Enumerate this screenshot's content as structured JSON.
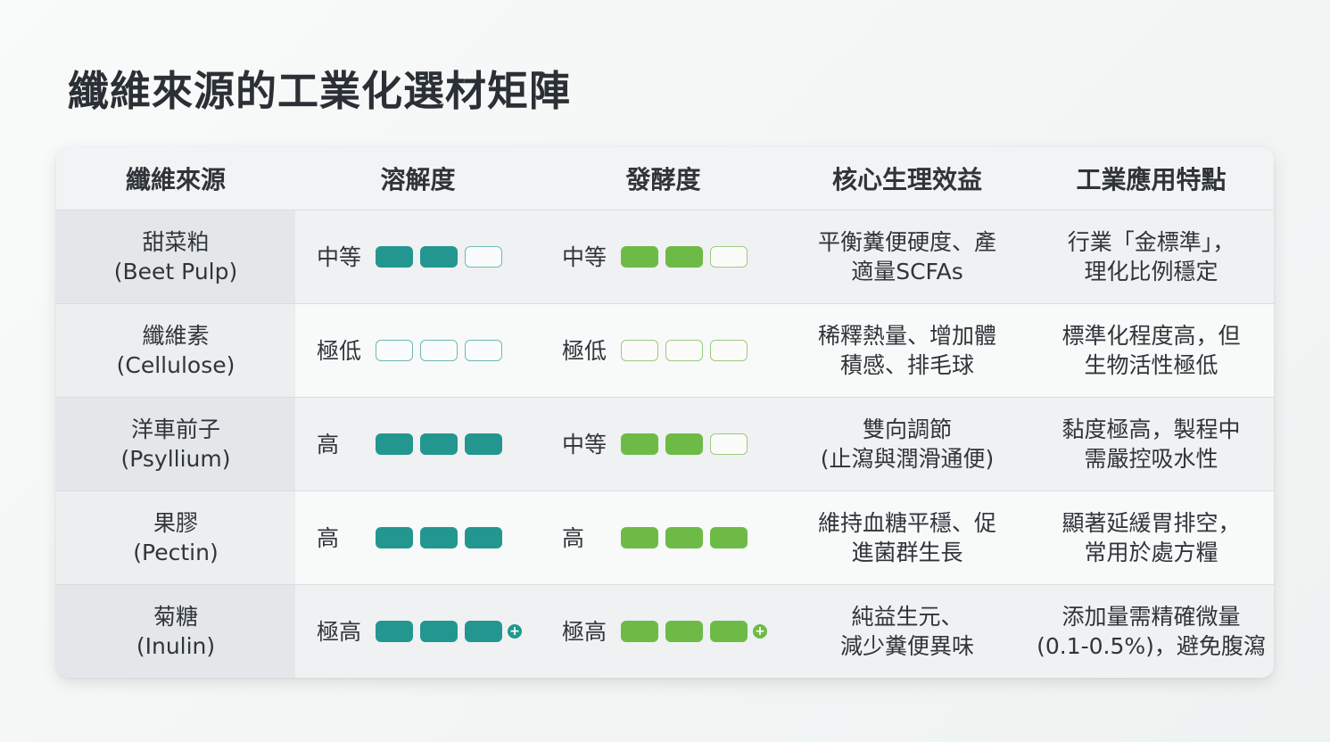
{
  "title": "纖維來源的工業化選材矩陣",
  "colors": {
    "solubility": "#23978f",
    "fermentation": "#6dbb46"
  },
  "headers": [
    "纖維來源",
    "溶解度",
    "發酵度",
    "核心生理效益",
    "工業應用特點"
  ],
  "plus_symbol": "+",
  "rows": [
    {
      "name": "甜菜粕",
      "latin": "(Beet Pulp)",
      "solubility": {
        "label": "中等",
        "level": 2,
        "plus": false
      },
      "fermentation": {
        "label": "中等",
        "level": 2,
        "plus": false
      },
      "benefit": [
        "平衡糞便硬度、產",
        "適量SCFAs"
      ],
      "feature": [
        "行業「金標準」，",
        "理化比例穩定"
      ]
    },
    {
      "name": "纖維素",
      "latin": "(Cellulose)",
      "solubility": {
        "label": "極低",
        "level": 0,
        "plus": false
      },
      "fermentation": {
        "label": "極低",
        "level": 0,
        "plus": false
      },
      "benefit": [
        "稀釋熱量、增加體",
        "積感、排毛球"
      ],
      "feature": [
        "標準化程度高，但",
        "生物活性極低"
      ]
    },
    {
      "name": "洋車前子",
      "latin": "(Psyllium)",
      "solubility": {
        "label": "高",
        "level": 3,
        "plus": false
      },
      "fermentation": {
        "label": "中等",
        "level": 2,
        "plus": false
      },
      "benefit": [
        "雙向調節",
        "(止瀉與潤滑通便)"
      ],
      "feature": [
        "黏度極高，製程中",
        "需嚴控吸水性"
      ]
    },
    {
      "name": "果膠",
      "latin": "(Pectin)",
      "solubility": {
        "label": "高",
        "level": 3,
        "plus": false
      },
      "fermentation": {
        "label": "高",
        "level": 3,
        "plus": false
      },
      "benefit": [
        "維持血糖平穩、促",
        "進菌群生長"
      ],
      "feature": [
        "顯著延緩胃排空，",
        "常用於處方糧"
      ]
    },
    {
      "name": "菊糖",
      "latin": "(Inulin)",
      "solubility": {
        "label": "極高",
        "level": 3,
        "plus": true
      },
      "fermentation": {
        "label": "極高",
        "level": 3,
        "plus": true
      },
      "benefit": [
        "純益生元、",
        "減少糞便異味"
      ],
      "feature": [
        "添加量需精確微量",
        "(0.1-0.5%)，避免腹瀉"
      ]
    }
  ]
}
